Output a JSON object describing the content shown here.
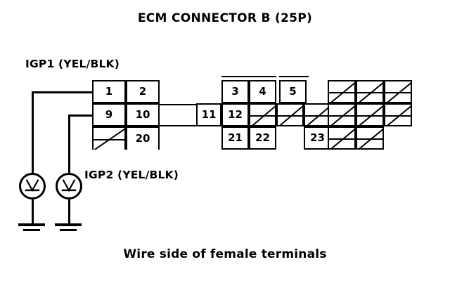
{
  "diagram": {
    "title": "ECM CONNECTOR B (25P)",
    "caption": "Wire side of female terminals",
    "labels": {
      "igp1": "IGP1 (YEL/BLK)",
      "igp2": "IGP2 (YEL/BLK)"
    },
    "terminals": {
      "left_block": {
        "row1": [
          "1",
          "2"
        ],
        "row2": [
          "9",
          "10"
        ],
        "row3": [
          "",
          "20"
        ]
      },
      "middle_block": {
        "row1": [
          "3",
          "4",
          "5"
        ],
        "row2": [
          "11",
          "12",
          "",
          "",
          ""
        ],
        "row3": [
          "21",
          "22",
          "23"
        ]
      }
    },
    "probes": [
      {
        "name": "test-light-1",
        "connects_to": "1"
      },
      {
        "name": "test-light-2",
        "connects_to": "9"
      }
    ],
    "colors": {
      "ink": "#000000",
      "background": "#ffffff"
    }
  }
}
